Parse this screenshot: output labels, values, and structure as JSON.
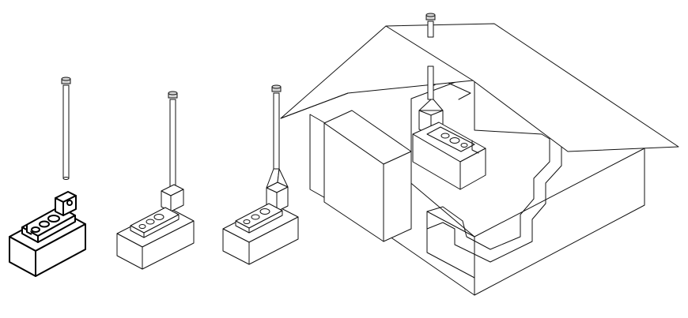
{
  "figure": {
    "stages": [
      {
        "id": "stove-separate-flue"
      },
      {
        "id": "stove-with-collar"
      },
      {
        "id": "stove-with-hood"
      },
      {
        "id": "stove-in-house-cutaway"
      }
    ],
    "line_color": "#111111",
    "background": "#ffffff"
  }
}
